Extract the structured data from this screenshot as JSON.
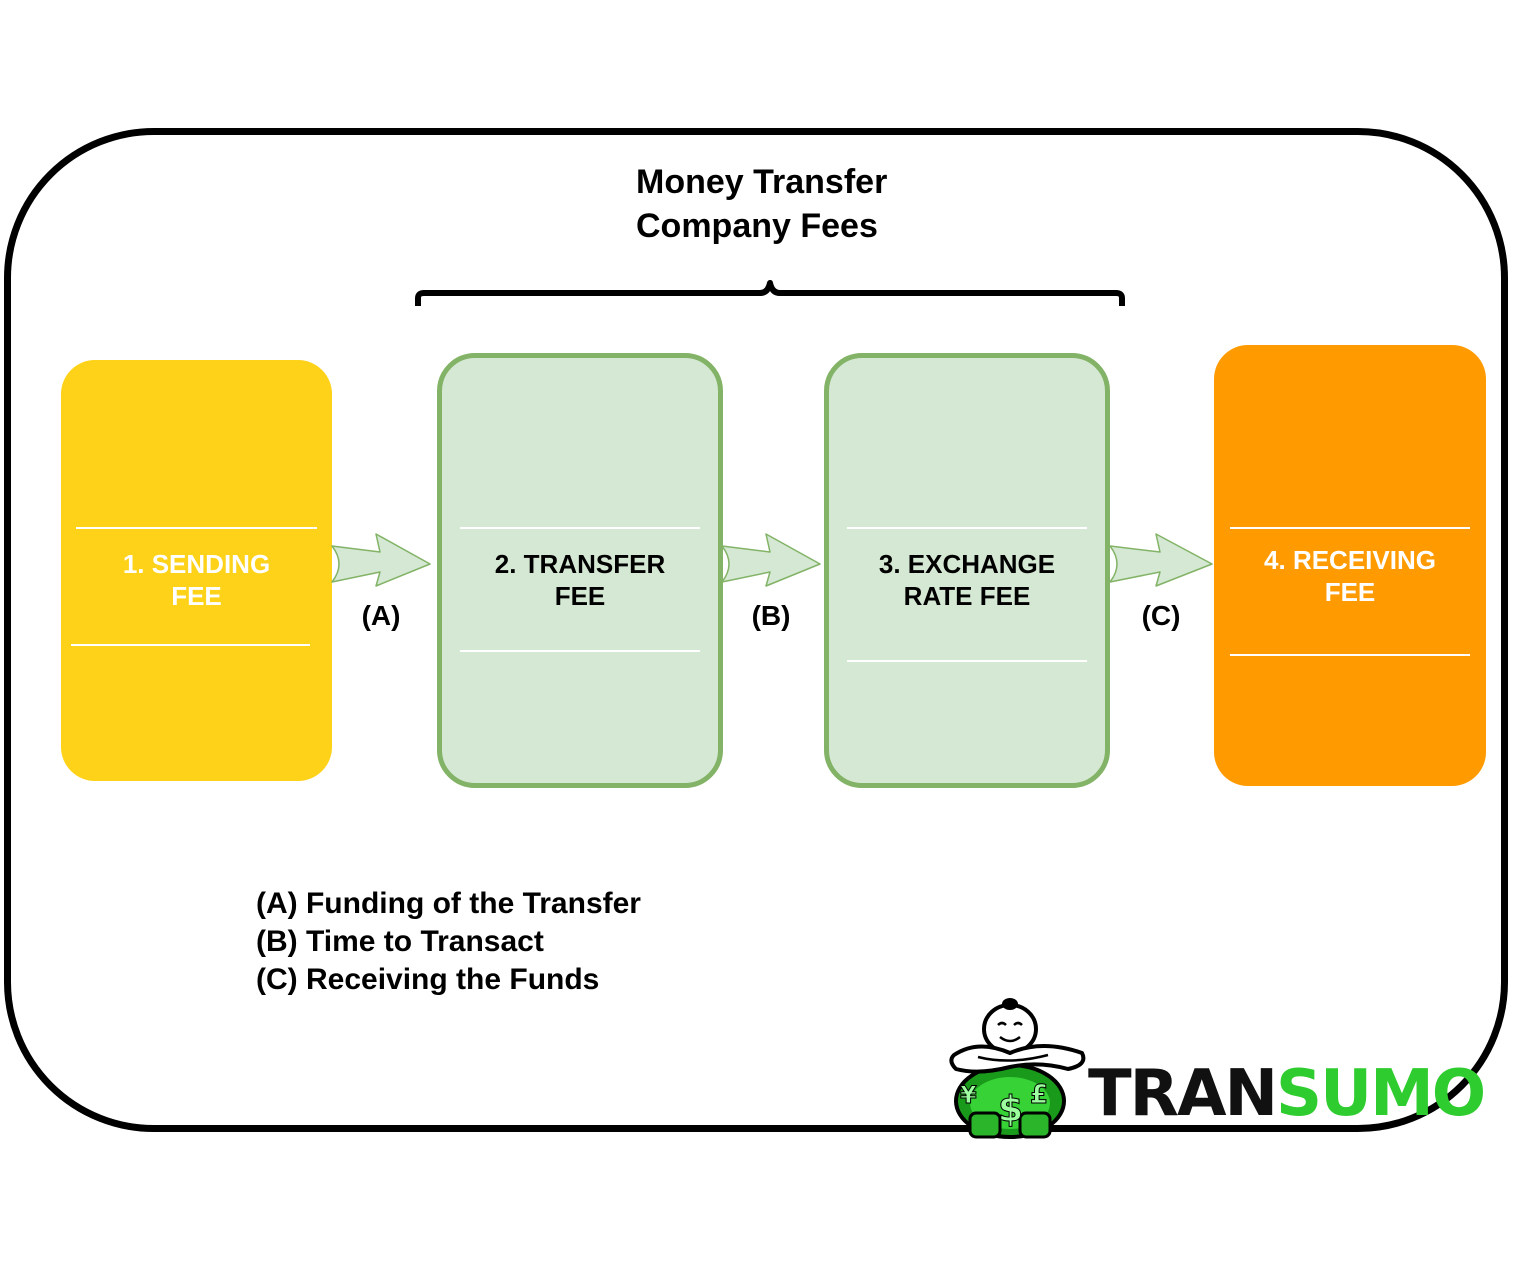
{
  "diagram": {
    "title_lines": [
      "Money Transfer",
      "Company Fees"
    ],
    "boxes": {
      "sending": [
        "1. SENDING",
        "FEE"
      ],
      "transfer": [
        "2. TRANSFER",
        "FEE"
      ],
      "exchange": [
        "3. EXCHANGE",
        "RATE FEE"
      ],
      "receiving": [
        "4. RECEIVING",
        "FEE"
      ]
    },
    "arrows": [
      "(A)",
      "(B)",
      "(C)"
    ],
    "legend": [
      "(A) Funding of the Transfer",
      "(B) Time to Transact",
      "(C) Receiving the Funds"
    ],
    "colors": {
      "sending": "#fed218",
      "transfer_fill": "#d5e8d4",
      "transfer_border": "#82b366",
      "receiving": "#ff9b00",
      "arrow_fill": "#d5e8d4"
    }
  },
  "logo": {
    "part1": "TRAN",
    "part2": "SUMO"
  }
}
